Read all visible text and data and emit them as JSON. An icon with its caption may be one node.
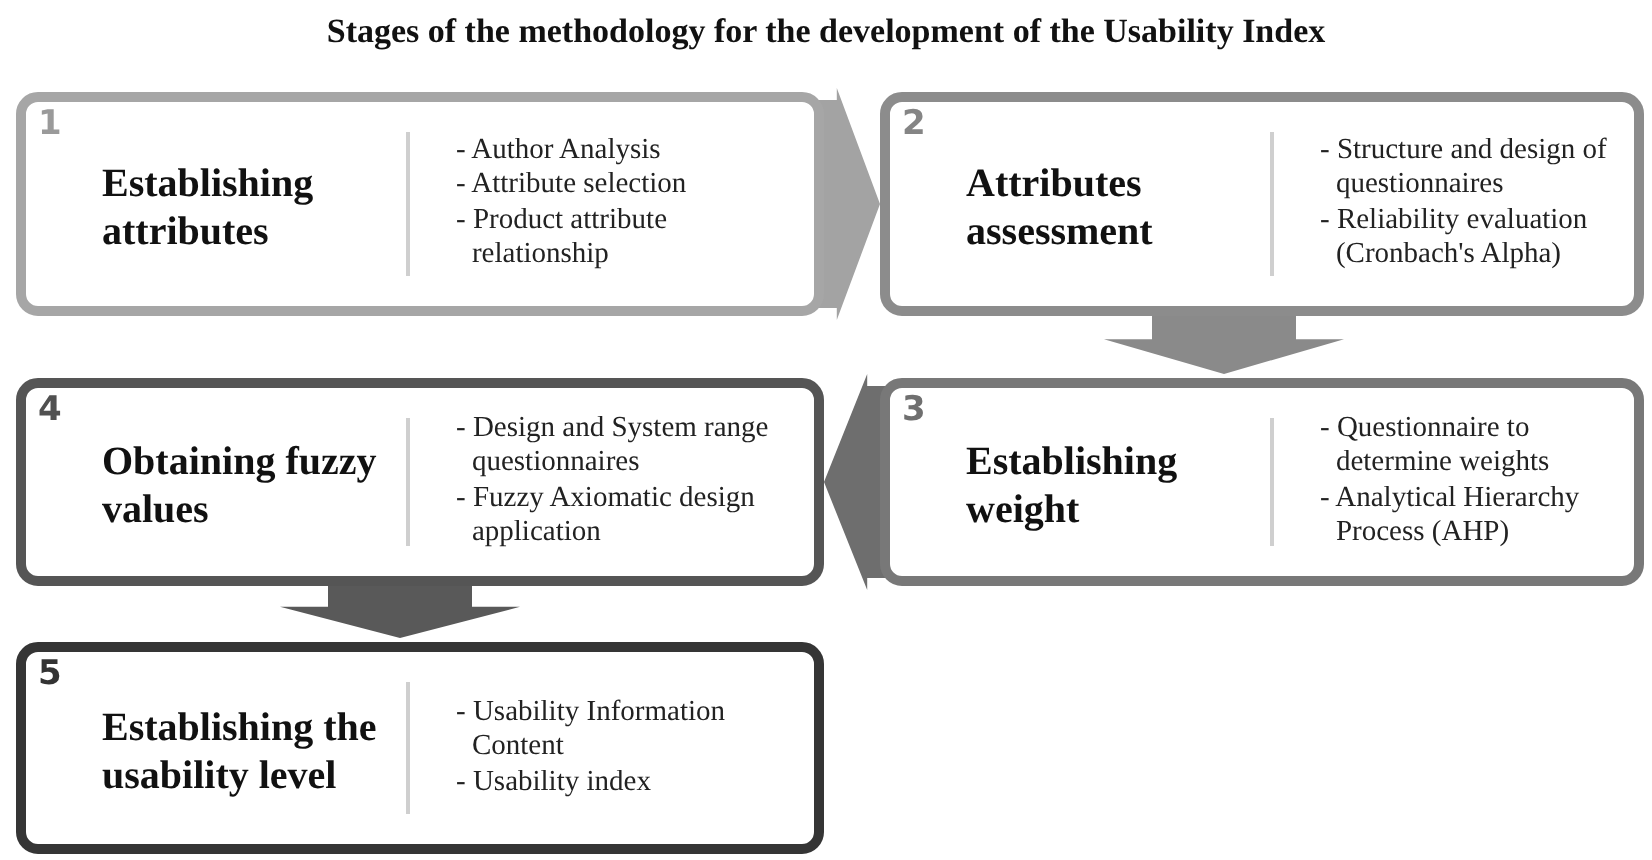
{
  "diagram": {
    "title": "Stages of the methodology for the development of the Usability Index",
    "nodes": [
      {
        "text": [
          "1",
          "Establishing attributes",
          "- Author Analysis",
          "- Attribute selection",
          "- Product attribute relationship"
        ]
      },
      {
        "text": [
          "2",
          "Attributes assessment",
          "- Structure and design of questionnaires",
          "- Reliability evaluation (Cronbach's Alpha)"
        ]
      },
      {
        "text": [
          "3",
          "Establishing weight",
          "- Questionnaire to determine weights",
          "- Analytical Hierarchy Process (AHP)"
        ]
      },
      {
        "text": [
          "4",
          "Obtaining fuzzy values",
          "- Design and System range questionnaires",
          "- Fuzzy Axiomatic design application"
        ]
      },
      {
        "text": [
          "5",
          "Establishing the usability level",
          "- Usability Information Content",
          "- Usability index"
        ]
      }
    ],
    "edges": [
      {
        "from": 0,
        "to": 1,
        "arrow": "to",
        "color": "#a3a3a3"
      },
      {
        "from": 1,
        "to": 2,
        "arrow": "to",
        "color": "#8a8a8a"
      },
      {
        "from": 2,
        "to": 3,
        "arrow": "to",
        "color": "#6e6e6e"
      },
      {
        "from": 3,
        "to": 4,
        "arrow": "to",
        "color": "#595959"
      }
    ]
  }
}
